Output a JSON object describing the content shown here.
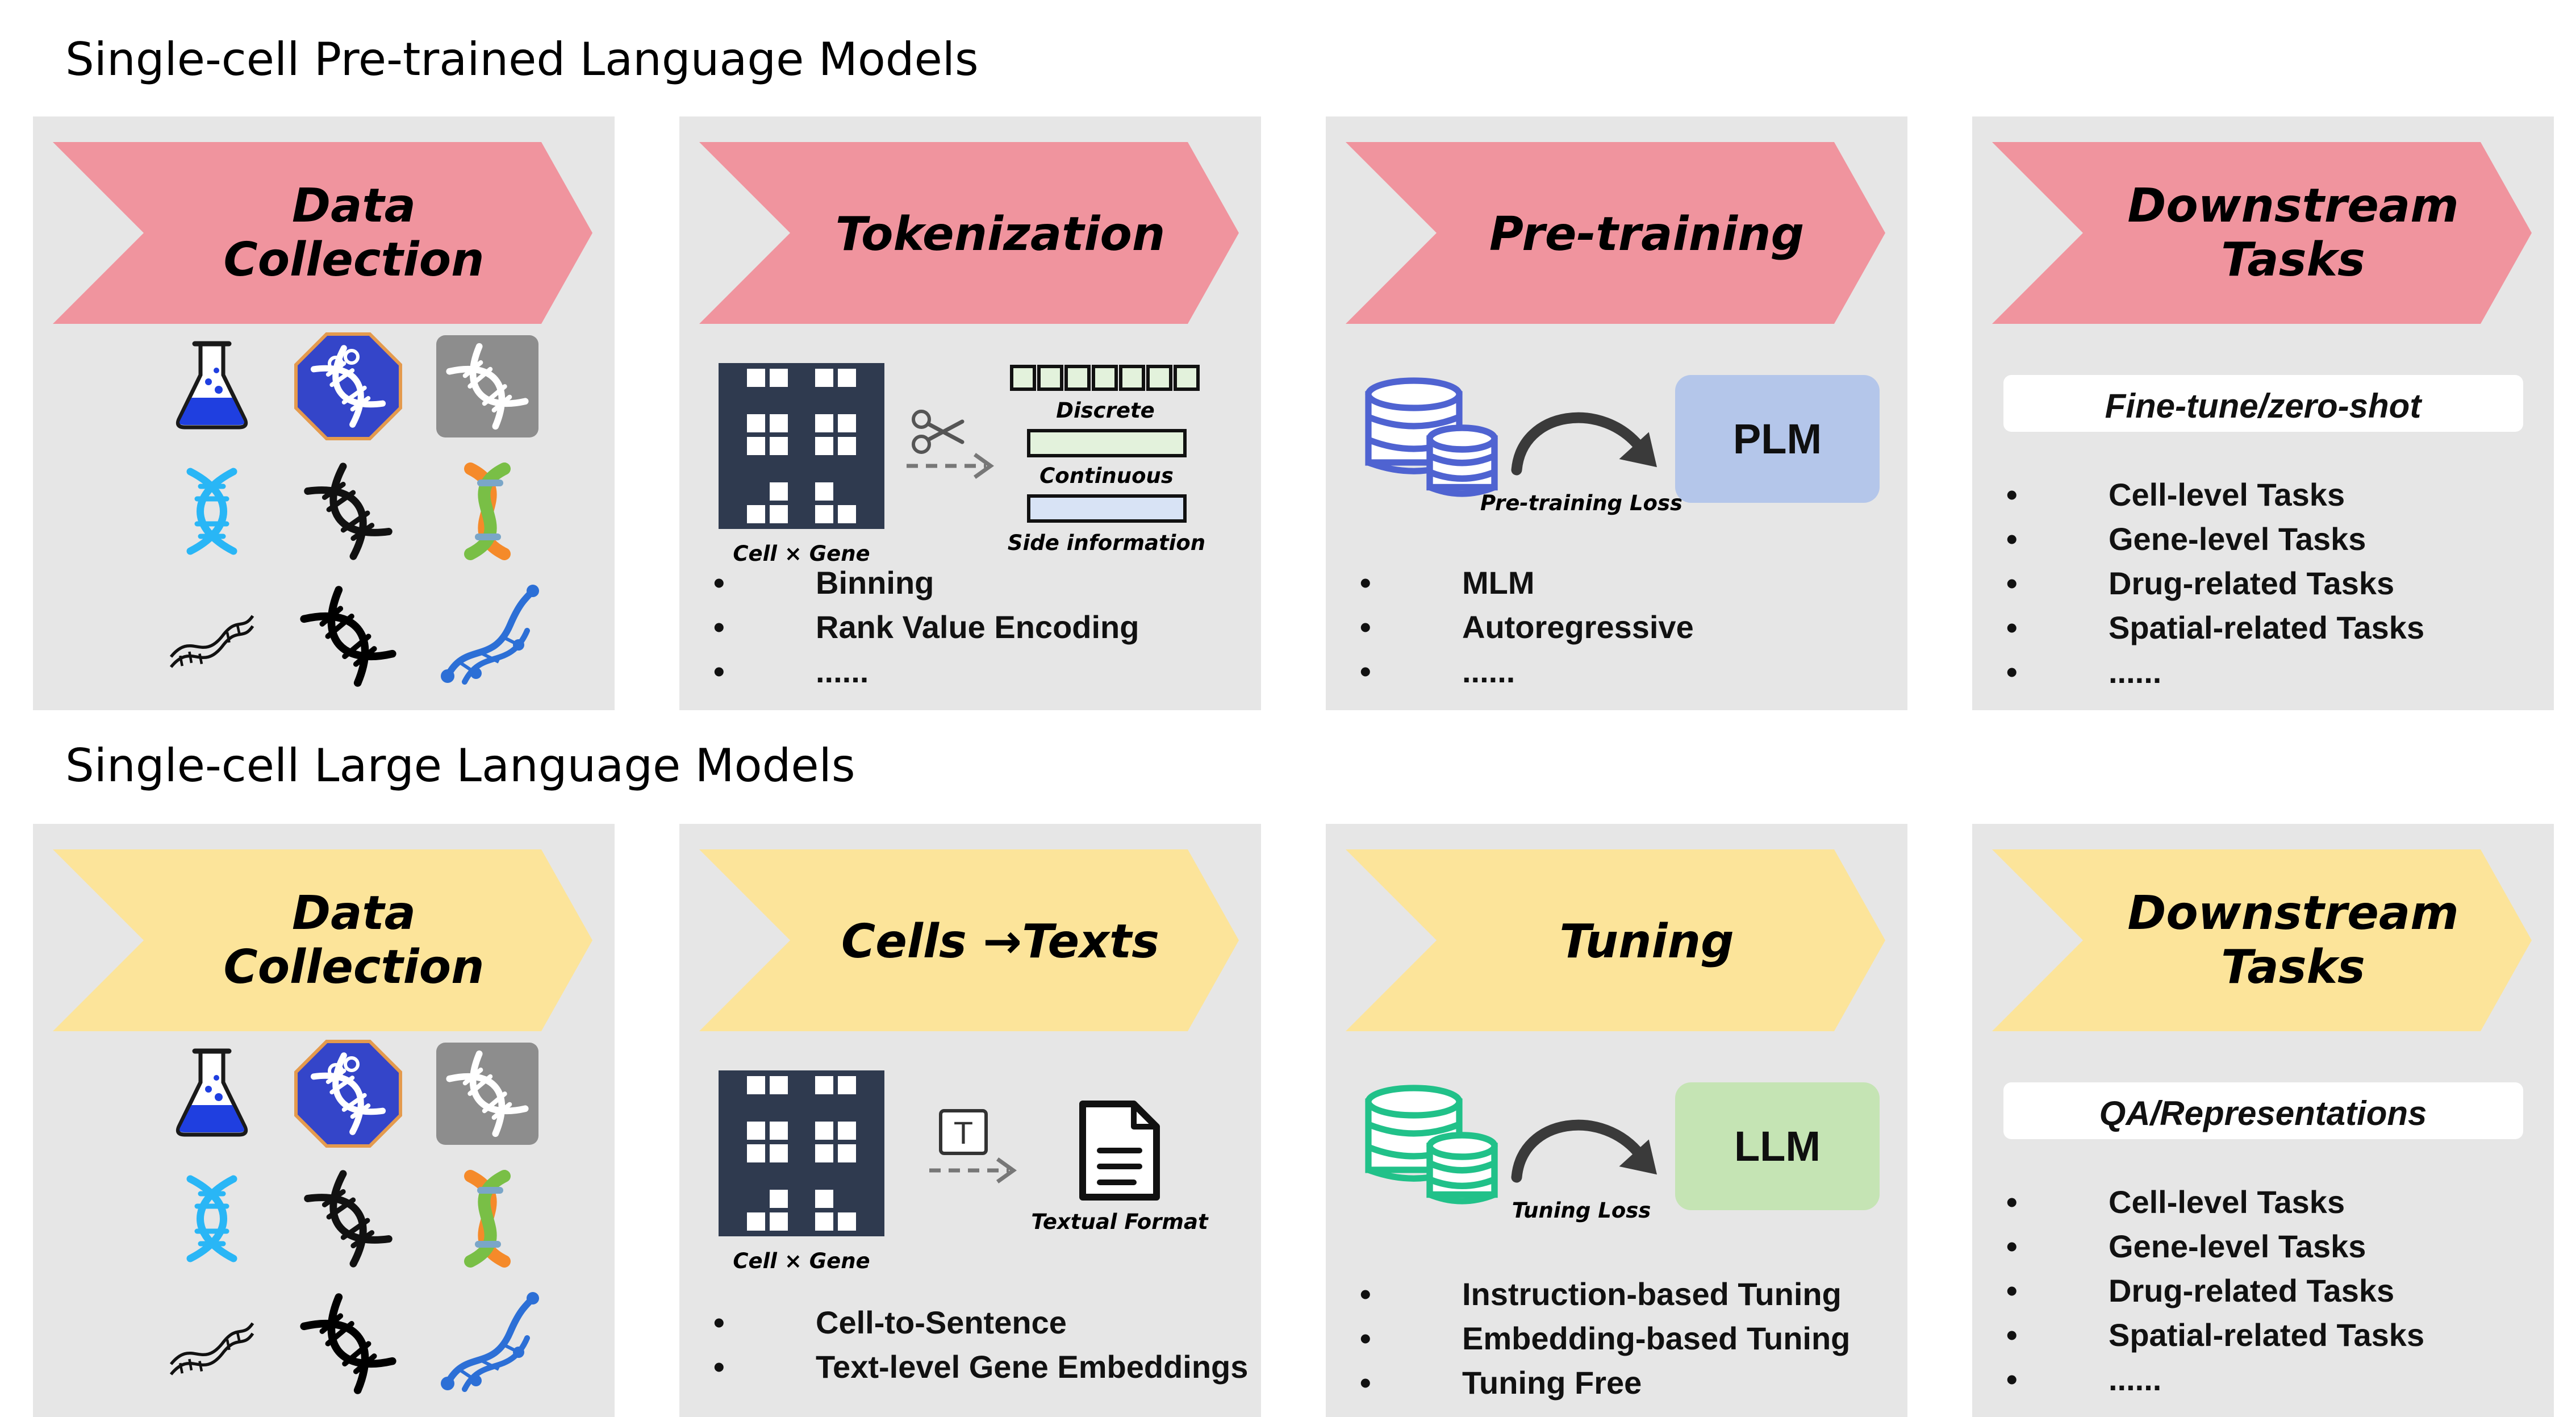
{
  "colors": {
    "panel_bg": "#e6e6e6",
    "chevron_top": "#f0949e",
    "chevron_bottom": "#fce49a",
    "plm_box": "#b4c6ea",
    "llm_box": "#c5e4b4",
    "db_top": "#4f63d1",
    "db_bottom": "#21c189",
    "flask": "#1f3fe0",
    "dna_cyan": "#29b6f6",
    "dna_orange": "#f58a2a",
    "dna_green": "#79bf46",
    "dna_blue": "#2c6fd6",
    "dna_gray_bg": "#8d8d8d",
    "octagon": "#3445c9",
    "matrix_dark": "#2f3a4f"
  },
  "sections": {
    "top_title": "Single-cell Pre-trained Language Models",
    "bottom_title": "Single-cell Large Language Models"
  },
  "top": {
    "data": {
      "title_line1": "Data",
      "title_line2": "Collection"
    },
    "tokenization": {
      "title": "Tokenization",
      "matrix_label": "Cell  × Gene",
      "discrete": "Discrete",
      "continuous": "Continuous",
      "side_info": "Side information",
      "bullets": [
        "Binning",
        "Rank Value Encoding",
        "......"
      ]
    },
    "pretraining": {
      "title": "Pre-training",
      "loss_label": "Pre-training Loss",
      "model": "PLM",
      "bullets": [
        "MLM",
        "Autoregressive",
        "......"
      ]
    },
    "downstream": {
      "title_line1": "Downstream",
      "title_line2": "Tasks",
      "pill": "Fine-tune/zero-shot",
      "bullets": [
        "Cell-level Tasks",
        "Gene-level Tasks",
        "Drug-related Tasks",
        "Spatial-related Tasks",
        "......"
      ]
    }
  },
  "bottom": {
    "data": {
      "title_line1": "Data",
      "title_line2": "Collection"
    },
    "cells_texts": {
      "title": "Cells →Texts",
      "matrix_label": "Cell  × Gene",
      "t_icon": "T",
      "textual_format": "Textual Format",
      "bullets": [
        "Cell-to-Sentence",
        "Text-level Gene Embeddings"
      ]
    },
    "tuning": {
      "title": "Tuning",
      "loss_label": "Tuning Loss",
      "model": "LLM",
      "bullets": [
        "Instruction-based Tuning",
        "Embedding-based Tuning",
        "Tuning Free"
      ]
    },
    "downstream": {
      "title_line1": "Downstream",
      "title_line2": "Tasks",
      "pill": "QA/Representations",
      "bullets": [
        "Cell-level Tasks",
        "Gene-level Tasks",
        "Drug-related Tasks",
        "Spatial-related Tasks",
        "......"
      ]
    }
  },
  "bullet_char": "•"
}
